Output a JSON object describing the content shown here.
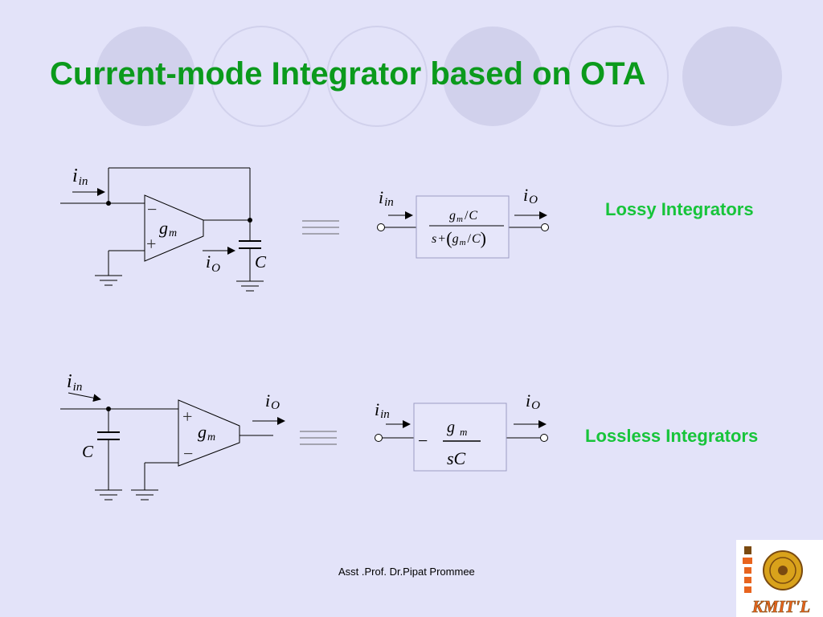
{
  "slide": {
    "title": "Current-mode Integrator based on OTA",
    "footer": "Asst .Prof. Dr.Pipat Prommee"
  },
  "lossy": {
    "label": "Lossy Integrators",
    "circuit": {
      "i_in": "i",
      "i_in_sub": "in",
      "gm": "g",
      "gm_sub": "m",
      "io": "i",
      "io_sub": "O",
      "cap": "C",
      "minus": "−",
      "plus": "+"
    },
    "block": {
      "i_in": "i",
      "i_in_sub": "in",
      "io": "i",
      "io_sub": "O",
      "num_g": "g",
      "num_sub": "m",
      "num_over": "/",
      "num_c": "C",
      "den_s": "s",
      "den_plus": "+",
      "den_g": "g",
      "den_sub": "m",
      "den_over": "/",
      "den_c": "C"
    }
  },
  "lossless": {
    "label": "Lossless Integrators",
    "circuit": {
      "i_in": "i",
      "i_in_sub": "in",
      "gm": "g",
      "gm_sub": "m",
      "io": "i",
      "io_sub": "O",
      "cap": "C",
      "minus": "−",
      "plus": "+"
    },
    "block": {
      "i_in": "i",
      "i_in_sub": "in",
      "io": "i",
      "io_sub": "O",
      "neg": "−",
      "num_g": "g",
      "num_sub": "m",
      "den": "sC"
    }
  },
  "logo": {
    "text": "KMIT'L",
    "colors": {
      "gold": "#d9a21b",
      "orange": "#e8641e",
      "brown": "#7a4a10"
    }
  },
  "colors": {
    "background": "#e3e3f9",
    "title": "#0b9a1c",
    "labels": "#17c43a",
    "circles": "#c9c9ea"
  }
}
